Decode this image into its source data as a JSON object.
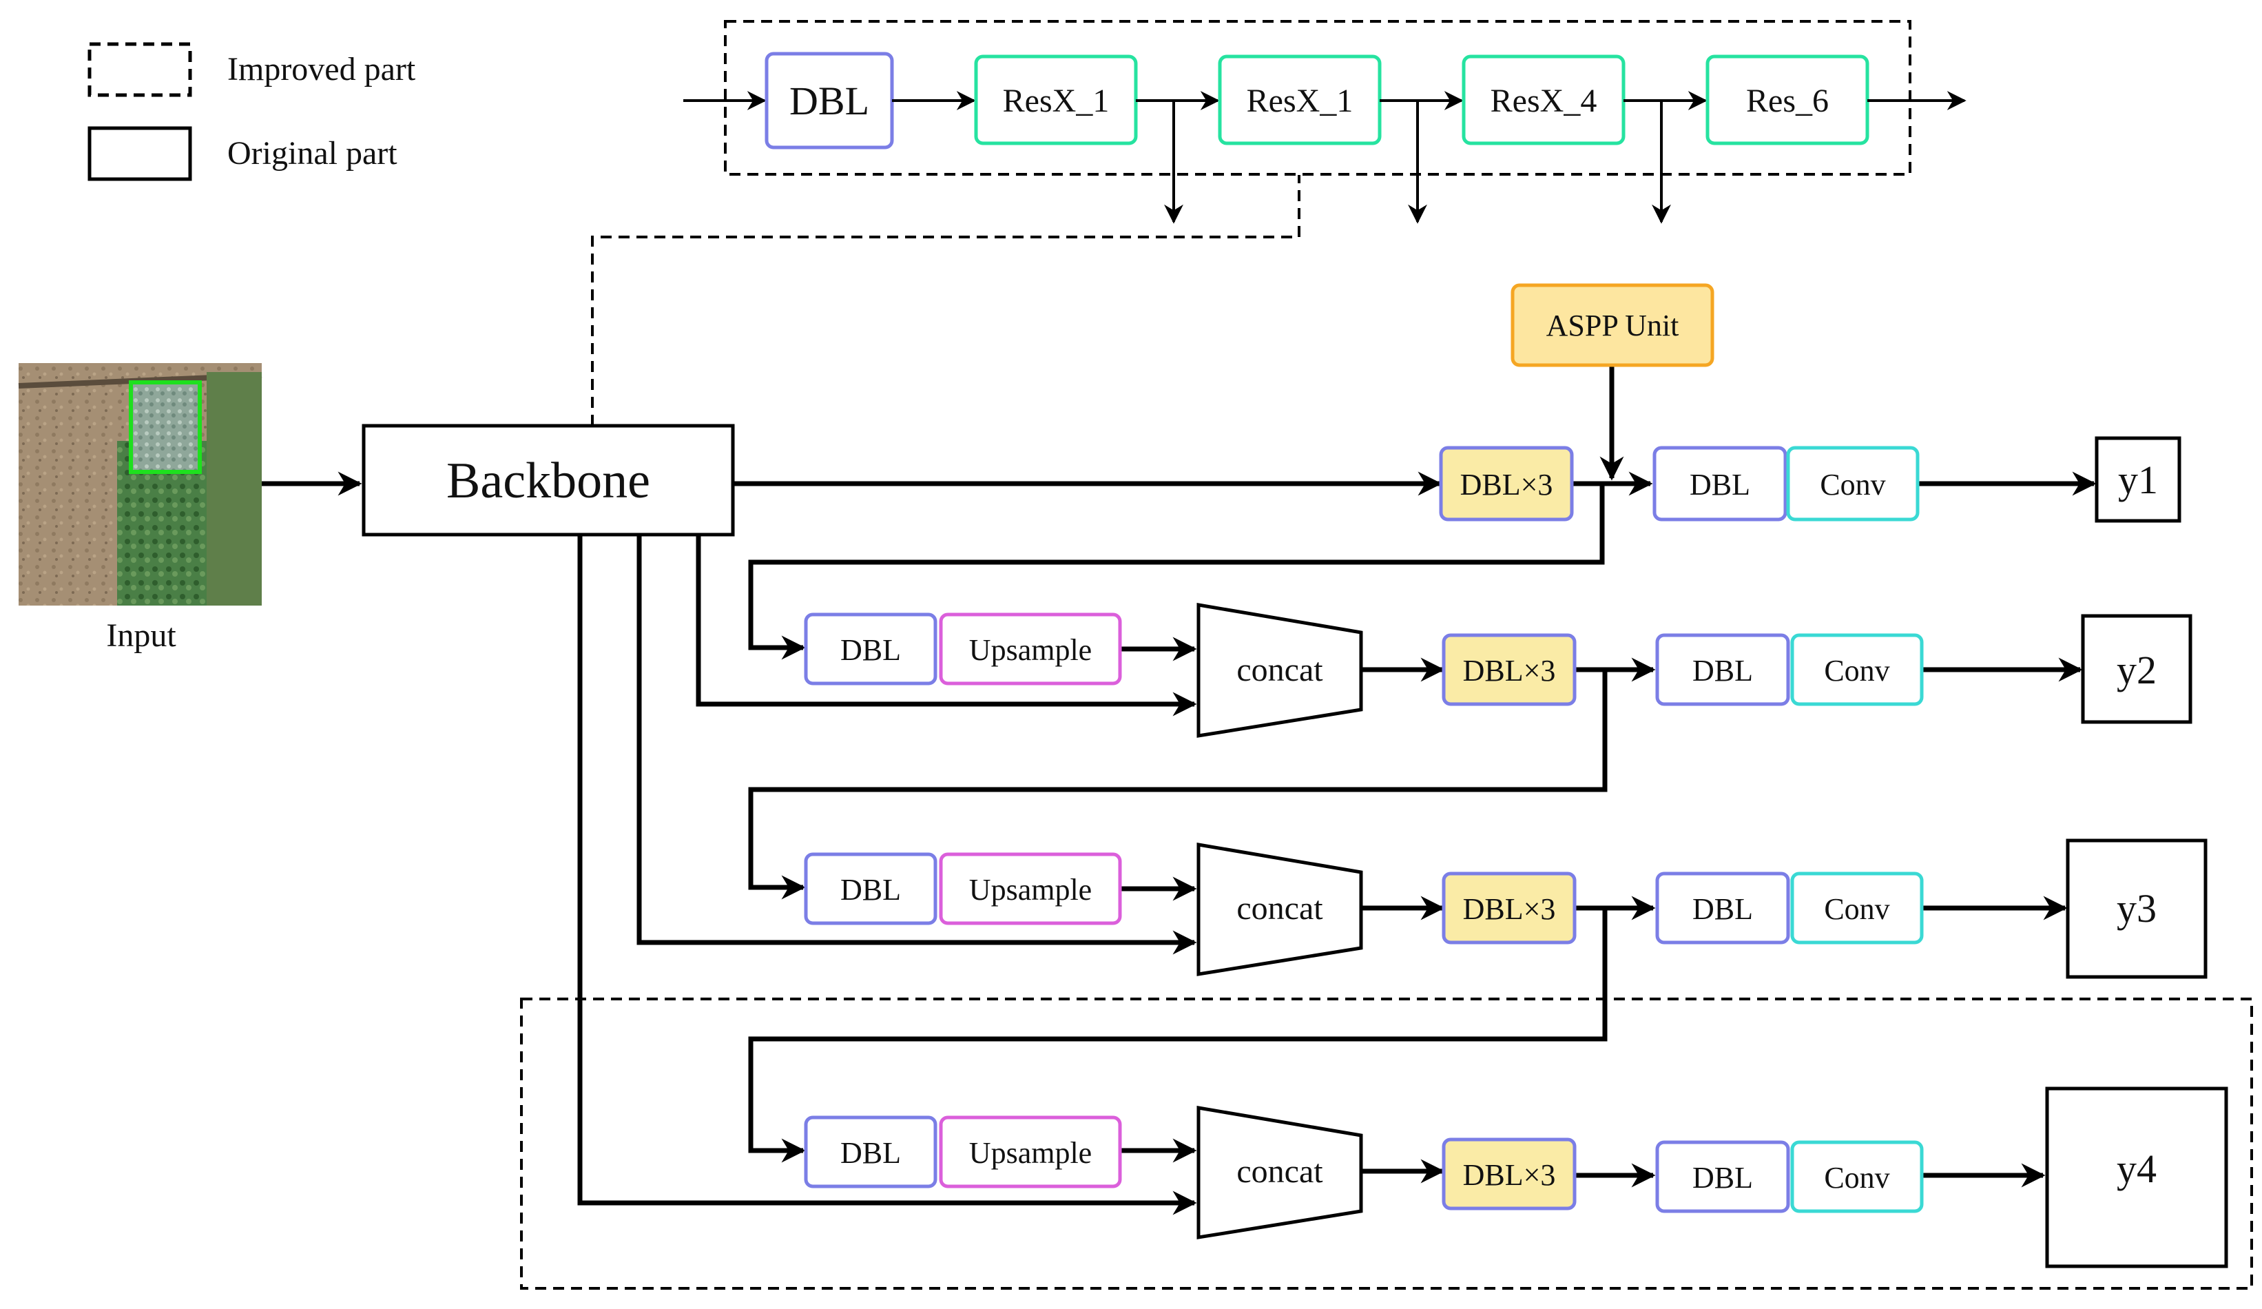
{
  "legend": {
    "improved_label": "Improved part",
    "original_label": "Original part"
  },
  "input": {
    "label": "Input"
  },
  "backbone": {
    "label": "Backbone"
  },
  "backbone_detail": {
    "blocks": [
      "DBL",
      "ResX_1",
      "ResX_1",
      "ResX_4",
      "Res_6"
    ]
  },
  "aspp": {
    "label": "ASPP Unit"
  },
  "branches": [
    {
      "dbl3": "DBL×3",
      "dbl": "DBL",
      "conv": "Conv",
      "output": "y1"
    },
    {
      "up_dbl": "DBL",
      "upsample": "Upsample",
      "concat": "concat",
      "dbl3": "DBL×3",
      "dbl": "DBL",
      "conv": "Conv",
      "output": "y2"
    },
    {
      "up_dbl": "DBL",
      "upsample": "Upsample",
      "concat": "concat",
      "dbl3": "DBL×3",
      "dbl": "DBL",
      "conv": "Conv",
      "output": "y3"
    },
    {
      "up_dbl": "DBL",
      "upsample": "Upsample",
      "concat": "concat",
      "dbl3": "DBL×3",
      "dbl": "DBL",
      "conv": "Conv",
      "output": "y4"
    }
  ],
  "colors": {
    "improved_fill": "#faeba6",
    "dbl_border": "#7b7ee6",
    "res_border": "#26e3a0",
    "upsample_border": "#db5fdb",
    "conv_border": "#3ad9d4",
    "aspp_border": "#f5a623",
    "aspp_fill": "#fde6a0",
    "crop_box": "#1ee01e"
  }
}
